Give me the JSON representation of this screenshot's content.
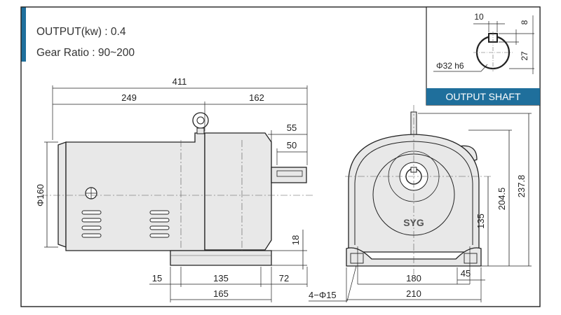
{
  "specs": {
    "output": "OUTPUT(kw) : 0.4",
    "gear_ratio": "Gear Ratio : 90~200"
  },
  "inset": {
    "title": "OUTPUT SHAFT",
    "key_width": "10",
    "key_depth": "8",
    "shaft_height": "27",
    "shaft_diameter": "Φ32 h6"
  },
  "side_view": {
    "overall_length": "411",
    "motor_length": "249",
    "gear_length": "162",
    "shaft_ext_55": "55",
    "shaft_ext_50": "50",
    "motor_diameter": "Φ160",
    "foot_height": "18",
    "dim_15": "15",
    "dim_135": "135",
    "dim_72": "72",
    "dim_165": "165",
    "holes": "4−Φ15"
  },
  "front_view": {
    "brand": "SYG",
    "height_total": "237.8",
    "height_top": "204.5",
    "shaft_center_height": "135",
    "hole_spacing": "180",
    "base_width": "210",
    "foot_width": "45"
  },
  "colors": {
    "accent": "#1f6f9c",
    "body_fill": "#e8e8e8",
    "line": "#222222"
  }
}
